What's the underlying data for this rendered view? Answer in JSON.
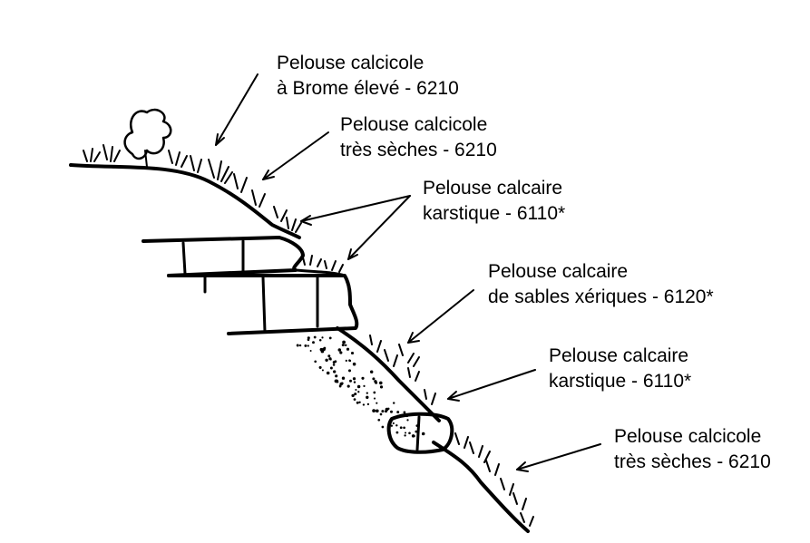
{
  "diagram": {
    "colors": {
      "ink": "#000000",
      "background": "#ffffff"
    },
    "labels": [
      {
        "line1": "Pelouse calcicole",
        "line2": "à Brome élevé - 6210"
      },
      {
        "line1": "Pelouse calcicole",
        "line2": "très sèches - 6210"
      },
      {
        "line1": "Pelouse calcaire",
        "line2": "karstique - 6110*"
      },
      {
        "line1": "Pelouse calcaire",
        "line2": "de sables xériques - 6120*"
      },
      {
        "line1": "Pelouse calcaire",
        "line2": "karstique - 6110*"
      },
      {
        "line1": "Pelouse calcicole",
        "line2": "très sèches - 6210"
      }
    ]
  }
}
